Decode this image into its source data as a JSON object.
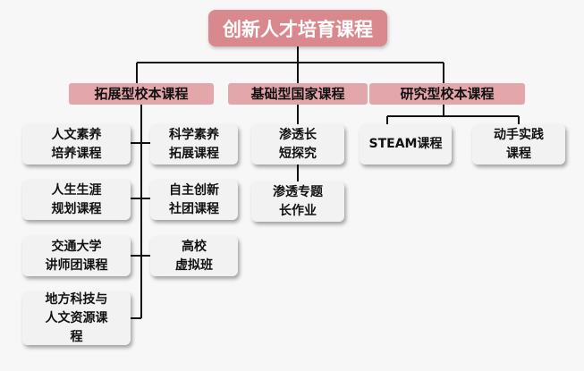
{
  "root": {
    "label": "创新人才培育课程"
  },
  "categories": [
    {
      "label": "拓展型校本课程"
    },
    {
      "label": "基础型国家课程"
    },
    {
      "label": "研究型校本课程"
    }
  ],
  "extension": {
    "left": [
      {
        "label": "人文素养\n培养课程"
      },
      {
        "label": "人生生涯\n规划课程"
      },
      {
        "label": "交通大学\n讲师团课程"
      },
      {
        "label": "地方科技与\n人文资源课\n程"
      }
    ],
    "right": [
      {
        "label": "科学素养\n拓展课程"
      },
      {
        "label": "自主创新\n社团课程"
      },
      {
        "label": "高校\n虚拟班"
      }
    ]
  },
  "basic": [
    {
      "label": "渗透长\n短探究"
    },
    {
      "label": "渗透专题\n长作业"
    }
  ],
  "research": [
    {
      "label": "STEAM课程"
    },
    {
      "label": "动手实践\n课程"
    }
  ]
}
